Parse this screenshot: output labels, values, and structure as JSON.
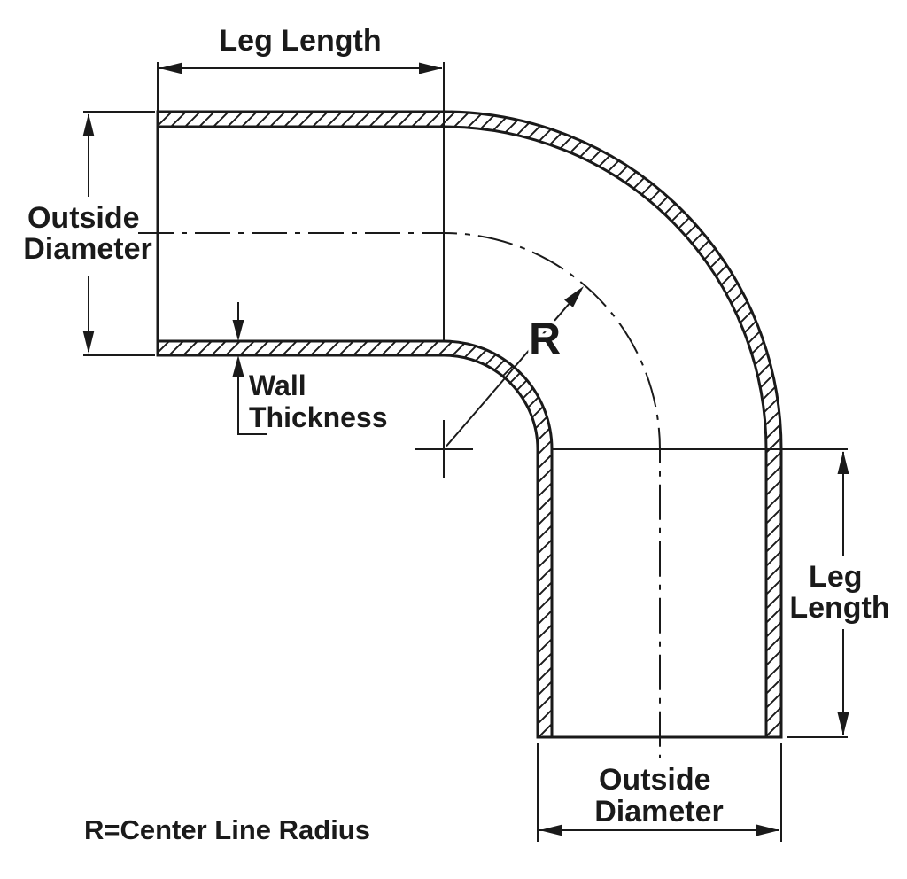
{
  "labels": {
    "top_leg_length": "Leg Length",
    "left_outside_diameter": {
      "line1": "Outside",
      "line2": "Diameter"
    },
    "wall_thickness": {
      "line1": "Wall",
      "line2": "Thickness"
    },
    "radius_symbol": "R",
    "right_leg_length": {
      "line1": "Leg",
      "line2": "Length"
    },
    "bottom_outside_diameter": {
      "line1": "Outside",
      "line2": "Diameter"
    },
    "radius_note": "R=Center Line Radius"
  },
  "colors": {
    "line": "#1a1a1a",
    "highlight_text": "#e60000",
    "text": "#1a1a1a",
    "background": "#ffffff"
  }
}
